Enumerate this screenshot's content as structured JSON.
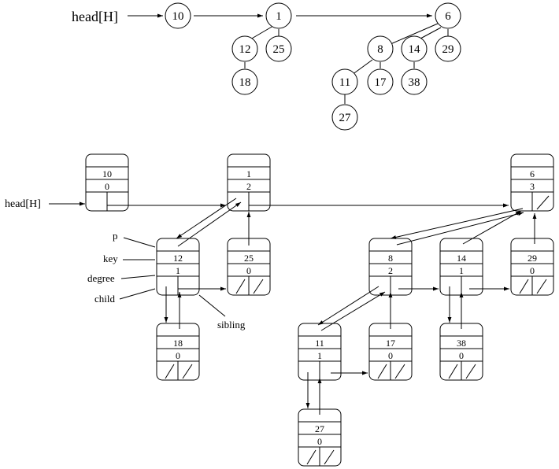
{
  "top": {
    "head_label": "head[H]",
    "nodes": {
      "t10": "10",
      "t1": "1",
      "t6": "6",
      "t12": "12",
      "t25": "25",
      "t18": "18",
      "t8": "8",
      "t14": "14",
      "t29": "29",
      "t11": "11",
      "t17": "17",
      "t38": "38",
      "t27": "27"
    }
  },
  "bottom": {
    "head_label": "head[H]",
    "field_labels": {
      "p": "p",
      "key": "key",
      "degree": "degree",
      "child": "child",
      "sibling": "sibling"
    },
    "nodes": {
      "b10": {
        "key": "10",
        "degree": "0"
      },
      "b1": {
        "key": "1",
        "degree": "2"
      },
      "b6": {
        "key": "6",
        "degree": "3"
      },
      "b12": {
        "key": "12",
        "degree": "1"
      },
      "b25": {
        "key": "25",
        "degree": "0"
      },
      "b18": {
        "key": "18",
        "degree": "0"
      },
      "b8": {
        "key": "8",
        "degree": "2"
      },
      "b14": {
        "key": "14",
        "degree": "1"
      },
      "b29": {
        "key": "29",
        "degree": "0"
      },
      "b11": {
        "key": "11",
        "degree": "1"
      },
      "b17": {
        "key": "17",
        "degree": "0"
      },
      "b38": {
        "key": "38",
        "degree": "0"
      },
      "b27": {
        "key": "27",
        "degree": "0"
      }
    }
  }
}
